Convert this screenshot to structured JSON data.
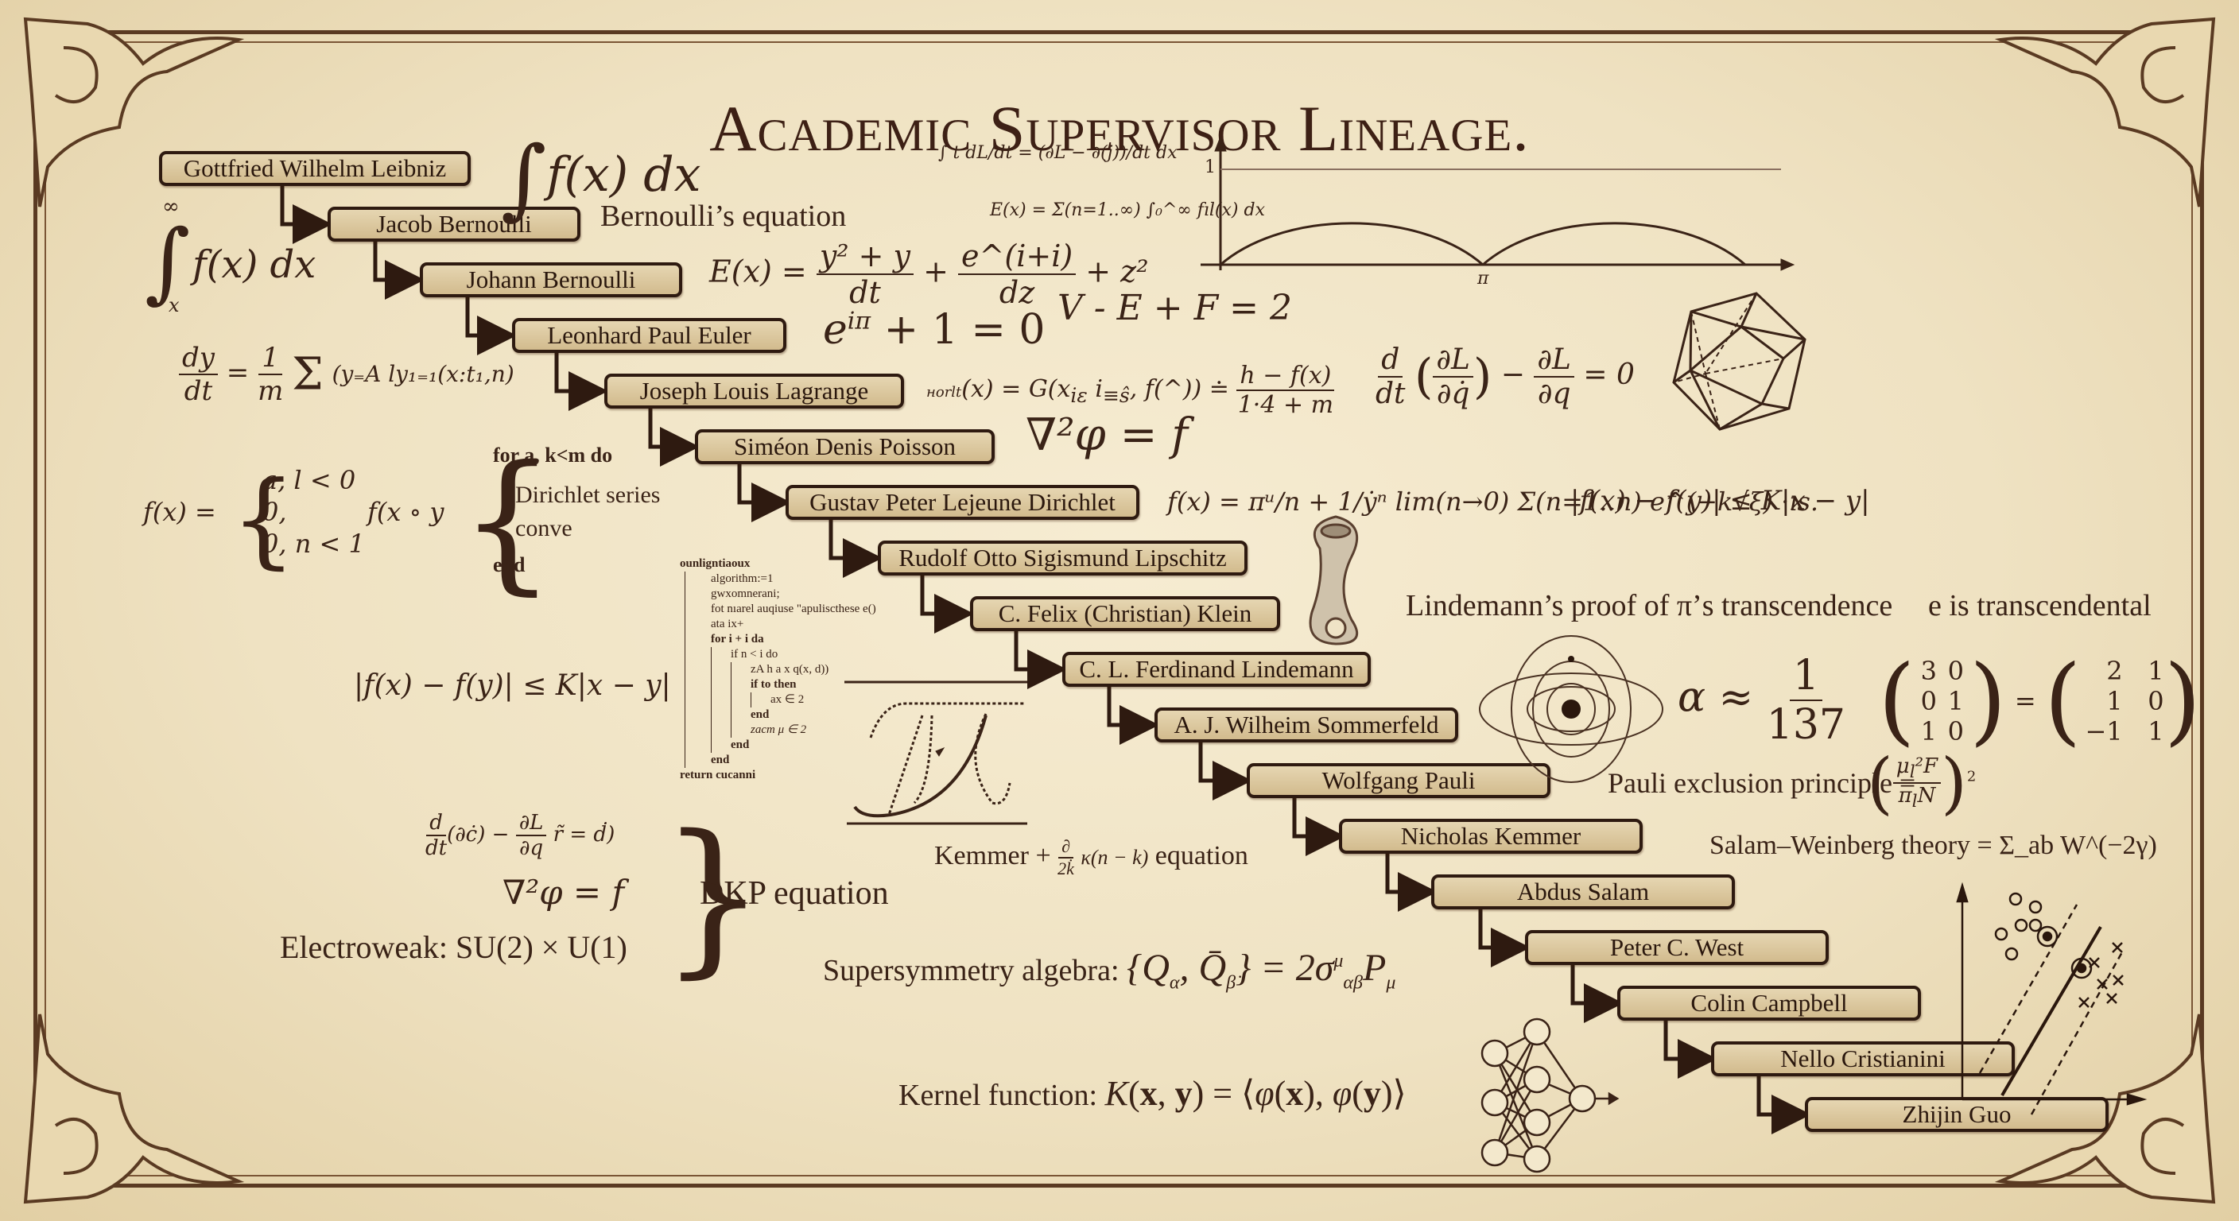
{
  "title": "Academic Supervisor Lineage.",
  "lineage": [
    {
      "name": "Gottfried Wilhelm Leibniz"
    },
    {
      "name": "Jacob Bernoulli"
    },
    {
      "name": "Johann Bernoulli"
    },
    {
      "name": "Leonhard Paul Euler"
    },
    {
      "name": "Joseph Louis Lagrange"
    },
    {
      "name": "Siméon Denis Poisson"
    },
    {
      "name": "Gustav Peter Lejeune Dirichlet"
    },
    {
      "name": "Rudolf Otto Sigismund Lipschitz"
    },
    {
      "name": "C. Felix (Christian) Klein"
    },
    {
      "name": "C. L. Ferdinand Lindemann"
    },
    {
      "name": "A. J. Wilheim Sommerfeld"
    },
    {
      "name": "Wolfgang Pauli"
    },
    {
      "name": "Nicholas Kemmer"
    },
    {
      "name": "Abdus Salam"
    },
    {
      "name": "Peter C. West"
    },
    {
      "name": "Colin Campbell"
    },
    {
      "name": "Nello Cristianini"
    },
    {
      "name": "Zhijin Guo"
    }
  ],
  "annotations": {
    "integral_top": "∫ f(x) dx",
    "integral_left": "f(x) dx",
    "integral_left_upper": "∞",
    "integral_left_lower": "x",
    "bernoulli_eq": "Bernoulli’s equation",
    "E_eq_lhs": "E(x) =",
    "E_eq_f1_num": "y² + y",
    "E_eq_f1_den": "dt",
    "E_eq_f2_num": "e^(i+i)",
    "E_eq_f2_den": "dz",
    "E_eq_tail": "+ z²",
    "euler_identity": "e^{iπ} + 1 = 0",
    "euler_polyhedron": "V - E + F = 2",
    "dydt_lhs": "dy/dt = 1/m",
    "dydt_sum": "Σ (y=A ly1=1 (x:t1,n)",
    "lagrange_G": "ноrlt(x) = G(xi, ig, f(^)) = (h − f(x)) / (1·4 + m)",
    "euler_lagrange": "d/dt (∂L/∂q̇) − ∂L/∂q = 0",
    "poisson": "∇²φ = f",
    "piecewise_lhs": "f(x) =",
    "piecewise_cases": [
      "a, l < 0",
      "0,",
      "0, n < 1"
    ],
    "fxy": "f(x ∘ y",
    "algo_lines": [
      "for a, k<m do",
      "Dirichlet series",
      "conve",
      "end"
    ],
    "dirichlet_series": "f(x) = πᵘ/n + 1/ẏⁿ lim(n→0) Σ(n=1..n) e^(−k√ξ) ·ıs.",
    "lipschitz_right": "|f(x) − f(y)| ≤ K|x − y|",
    "lipschitz_left": "|f(x) − f(y)| ≤ K|x − y|",
    "lindemann": "Lindemann’s proof of π’s transcendence",
    "e_transcendental": "e is transcendental",
    "fine_structure": "α ≈ 1/137",
    "matrix_left": [
      [
        "3",
        "0"
      ],
      [
        "0",
        "1"
      ],
      [
        "1",
        "0"
      ]
    ],
    "matrix_right": [
      [
        "2",
        "1"
      ],
      [
        "1",
        "0"
      ],
      [
        "−1",
        "1"
      ]
    ],
    "pauli_exclusion": "Pauli exclusion principle =",
    "pauli_frac": "(μ²F / π N)²",
    "salam_weinberg": "Salam–Weinberg theory = Σ_ab W^(−2γ)",
    "kemmer_eq": "Kemmer + ∂/2k κ(n − k) equation",
    "dkp_lines": [
      "d/dt (∂ċ) − ∂L/∂q ṙ = ḋ)",
      "∇²φ = f",
      "Electroweak: SU(2) × U(1)"
    ],
    "dkp_label": "DKP equation",
    "susy": "Supersymmetry algebra: {Qα, Q̄β̇} = 2σ^μ_αβ̇ Pμ",
    "kernel": "Kernel function: K(x, y) = ⟨φ(x), φ(y)⟩",
    "integral_small_1": "∫ t dL/dt = (∂L − ∂(j))/dt dx",
    "integral_small_2": "E(x) = Σ(n=1..∞) ∫₀^∞ fıl(x) dx",
    "graph_y_tick": "1",
    "graph_x_tick": "π"
  },
  "pseudocode": [
    "ounligntiaoux",
    "algorithm:=1",
    "gwxomnerani;",
    "fot nıarel auqiuse \"apuliscthese e()",
    "ata ix+",
    "for i + i da",
    "if n < i do",
    "zA h a x q(x, d))",
    "if to then",
    "ax ∈ 2",
    "end",
    "zacm μ ∈ 2",
    "end",
    "end",
    "return cucanni"
  ],
  "colors": {
    "parchment": "#f3e8cc",
    "ink": "#3a2317",
    "node_fill": "#dcc79d",
    "node_border": "#2e1a10",
    "frame": "#5a3a22"
  }
}
